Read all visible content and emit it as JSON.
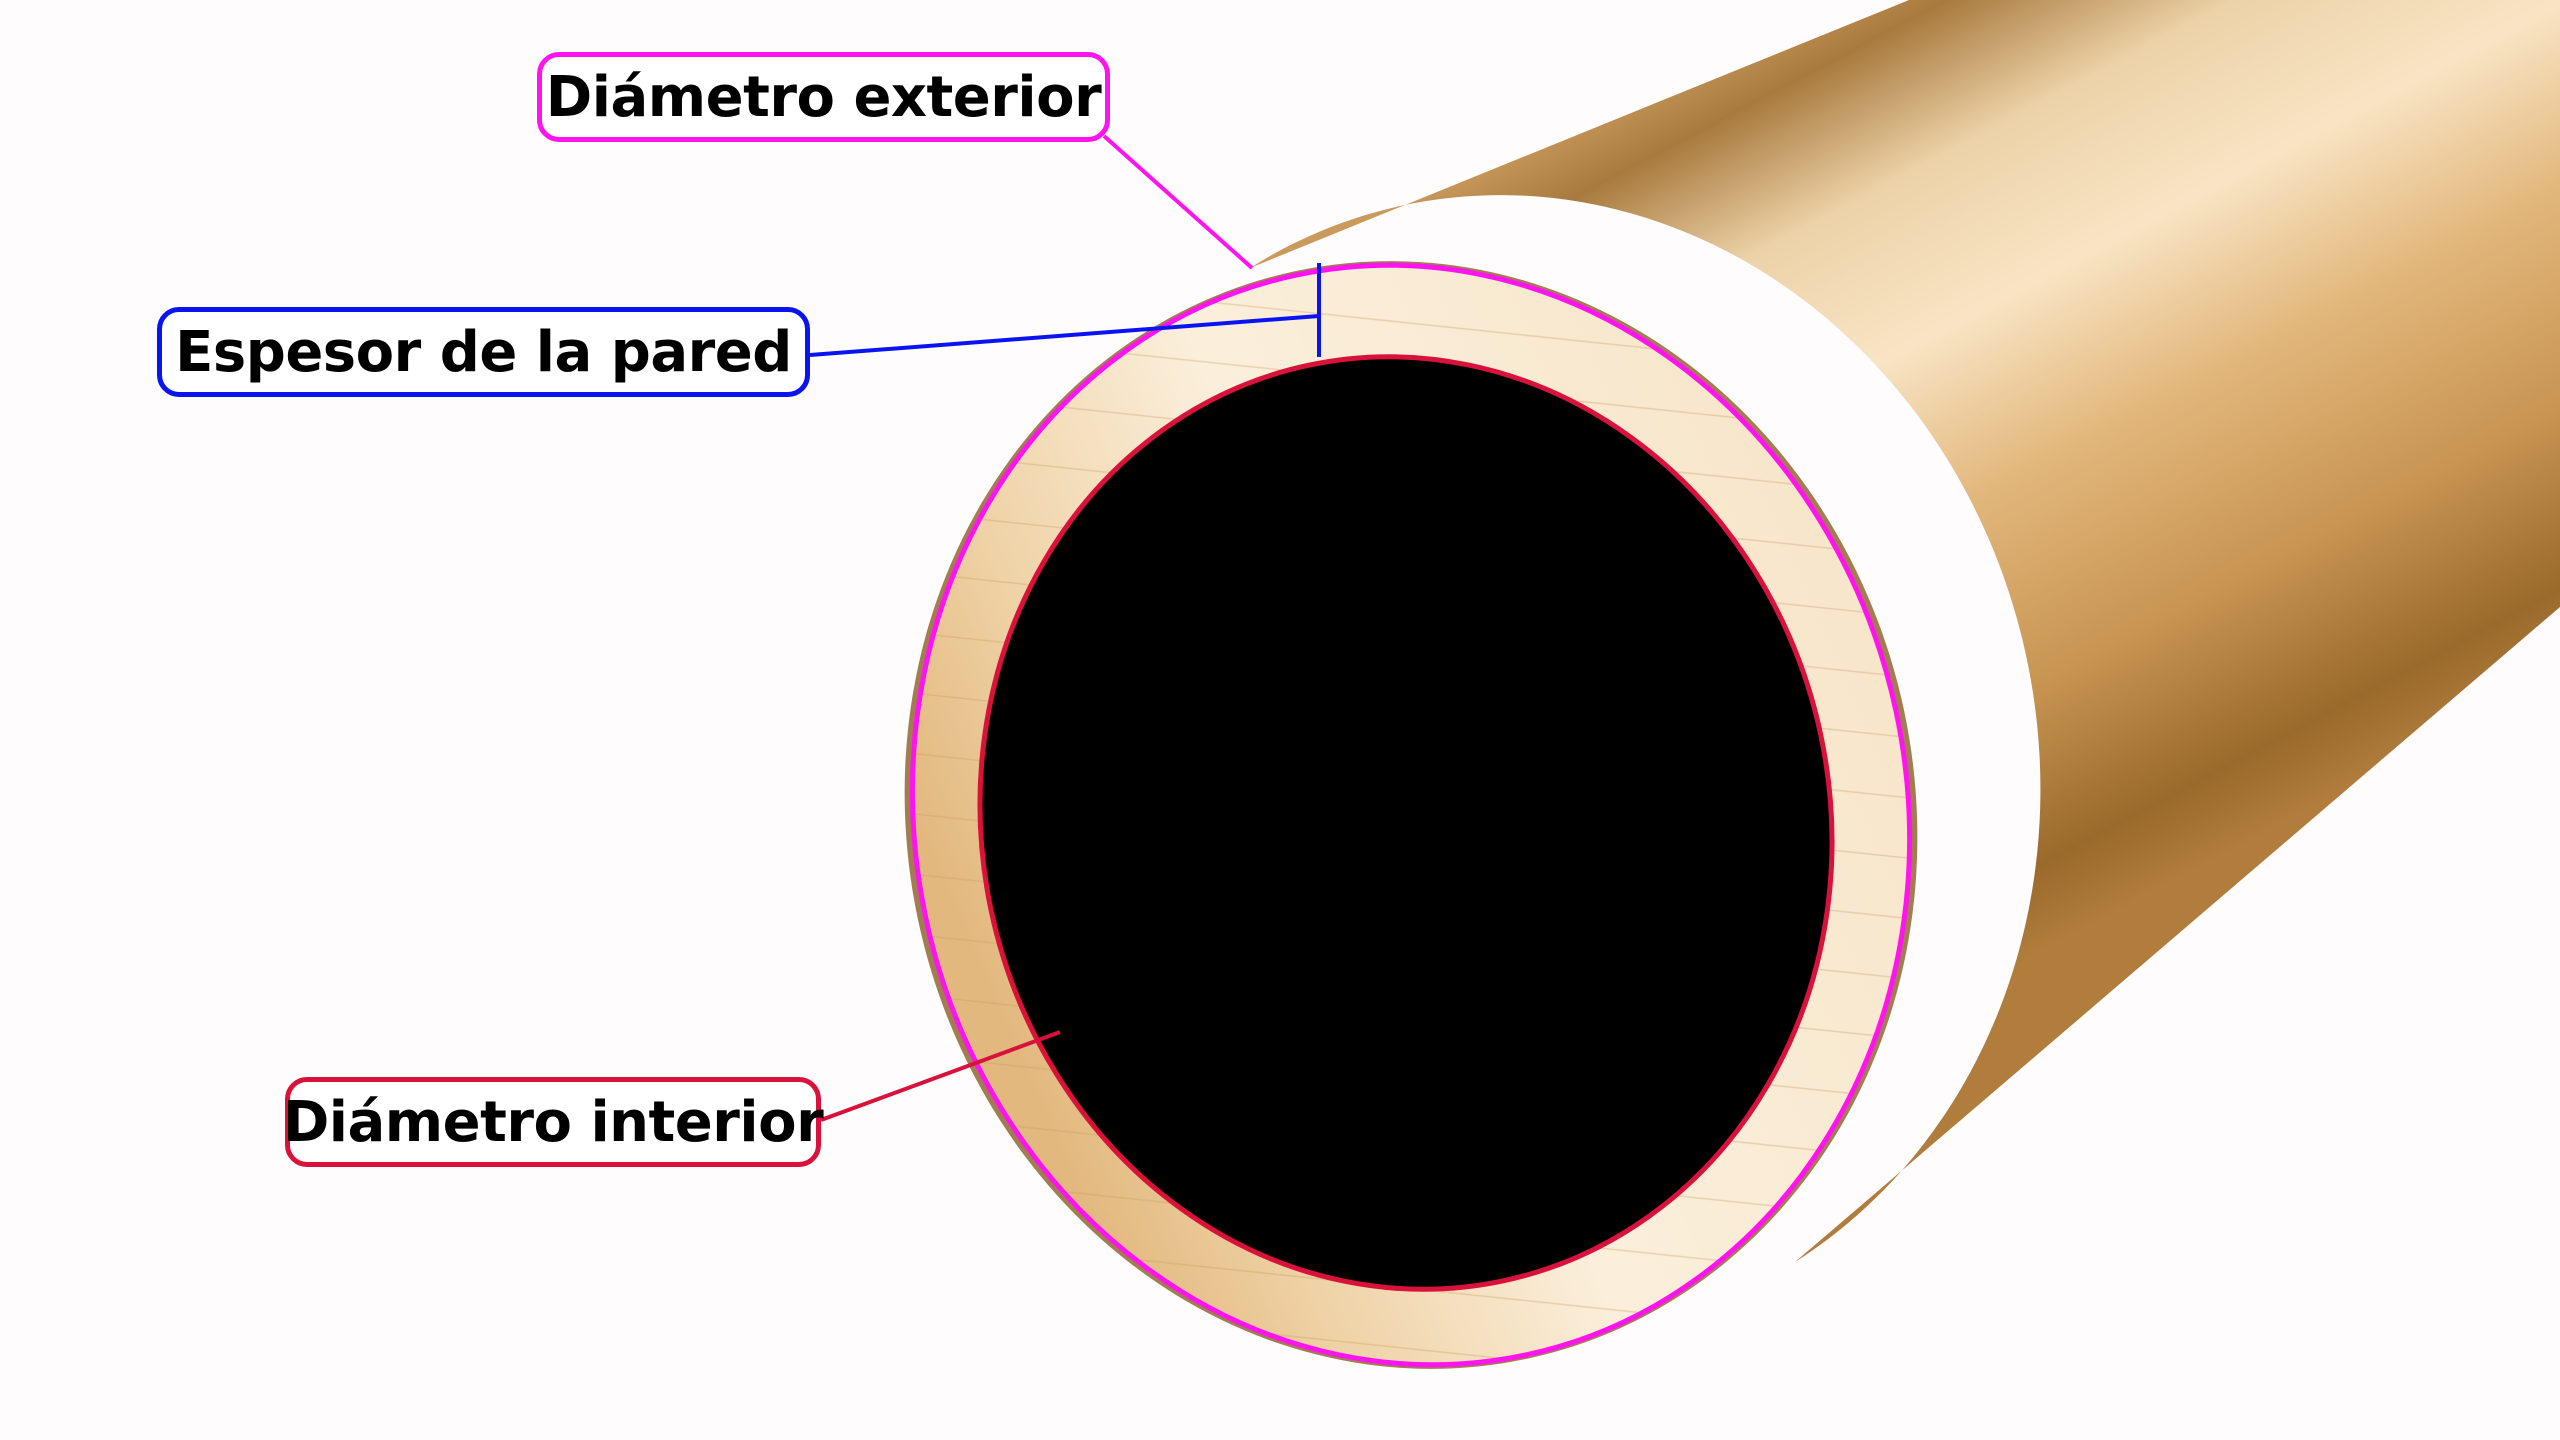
{
  "diagram": {
    "subject": "brass pipe cross-section",
    "labels": {
      "outer_diameter": "Diámetro exterior",
      "wall_thickness": "Espesor de la pared",
      "inner_diameter": "Diámetro interior"
    },
    "colors": {
      "outer_diameter": "#ff14ef",
      "wall_thickness": "#0a14f0",
      "inner_diameter": "#d8123a",
      "pipe_light": "#f6dcb2",
      "pipe_mid": "#d6a566",
      "pipe_dark": "#9a6a2c",
      "face_cream": "#fbeedb",
      "bore": "#000000",
      "background": "#fffcfe"
    }
  }
}
